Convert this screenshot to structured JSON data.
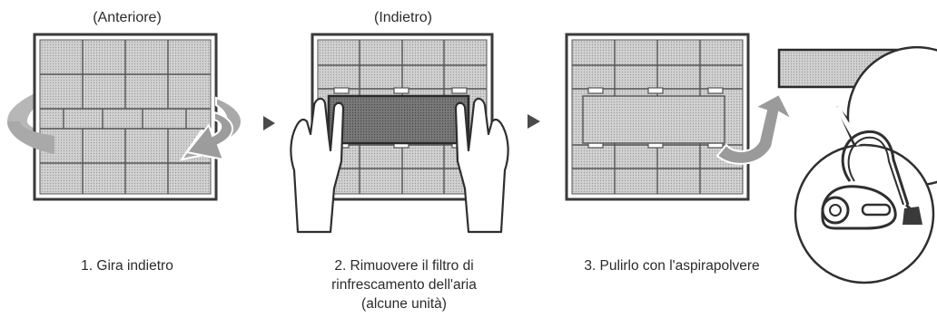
{
  "panel1": {
    "top_label": "(Anteriore)",
    "caption": "1. Gira indietro"
  },
  "panel2": {
    "top_label": "(Indietro)",
    "caption_lines": [
      "2. Rimuovere il filtro di",
      "rinfrescamento dell'aria",
      "(alcune unità)"
    ]
  },
  "panel3": {
    "caption": "3. Pulirlo con l'aspirapolvere"
  },
  "colors": {
    "mesh": "#c9c9c9",
    "frame": "#3a3a3a",
    "arrow": "#9a9a9a",
    "dark_filter": "#6f6f6f"
  },
  "icons": [
    "rotate-arrow-icon",
    "step-arrow-icon",
    "hand-icon",
    "curved-arrow-icon",
    "vacuum-cleaner-icon"
  ]
}
